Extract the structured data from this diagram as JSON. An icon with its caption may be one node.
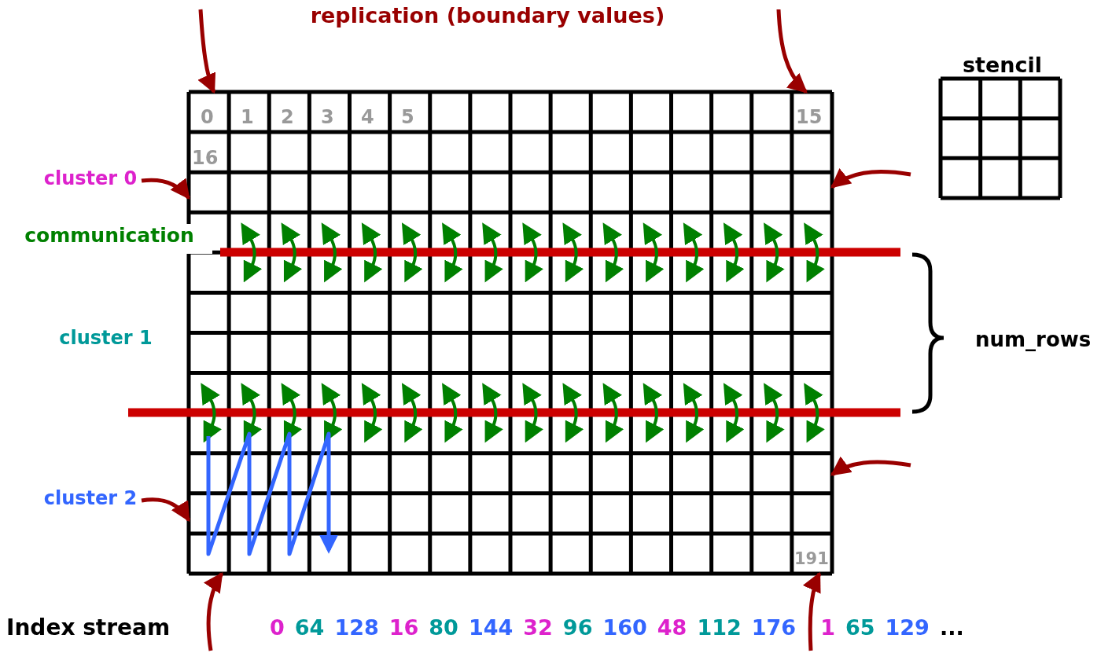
{
  "diagram": {
    "title": "replication (boundary values)",
    "nodes": [
      {
        "text": [],
        "shape": "box"
      },
      {
        "text": [
          "cluster 0"
        ]
      },
      {
        "text": [
          "communication"
        ]
      },
      {
        "text": [
          "cluster 1"
        ]
      },
      {
        "text": [
          "cluster 2"
        ]
      },
      {
        "text": [
          "stencil"
        ]
      }
    ],
    "edges": [
      {
        "from": null,
        "to": 0,
        "arrow": "to"
      },
      {
        "from": null,
        "to": 0,
        "arrow": "to"
      },
      {
        "from": 1,
        "to": 0,
        "arrow": "to"
      },
      {
        "from": null,
        "to": 0,
        "arrow": "to"
      },
      {
        "from": null,
        "to": 0,
        "arrow": "to"
      },
      {
        "from": 4,
        "to": 0,
        "arrow": "to"
      },
      {
        "from": null,
        "to": 0,
        "arrow": "to"
      },
      {
        "from": null,
        "to": 0,
        "arrow": "to"
      }
    ],
    "labels": [
      "0",
      "1",
      "2",
      "3",
      "4",
      "5",
      "15",
      "16",
      "191",
      "num_rows",
      "Index stream",
      "0",
      "64",
      "128",
      "16",
      "80",
      "144",
      "32",
      "96",
      "160",
      "48",
      "112",
      "176",
      "1",
      "65",
      "129",
      "..."
    ]
  }
}
